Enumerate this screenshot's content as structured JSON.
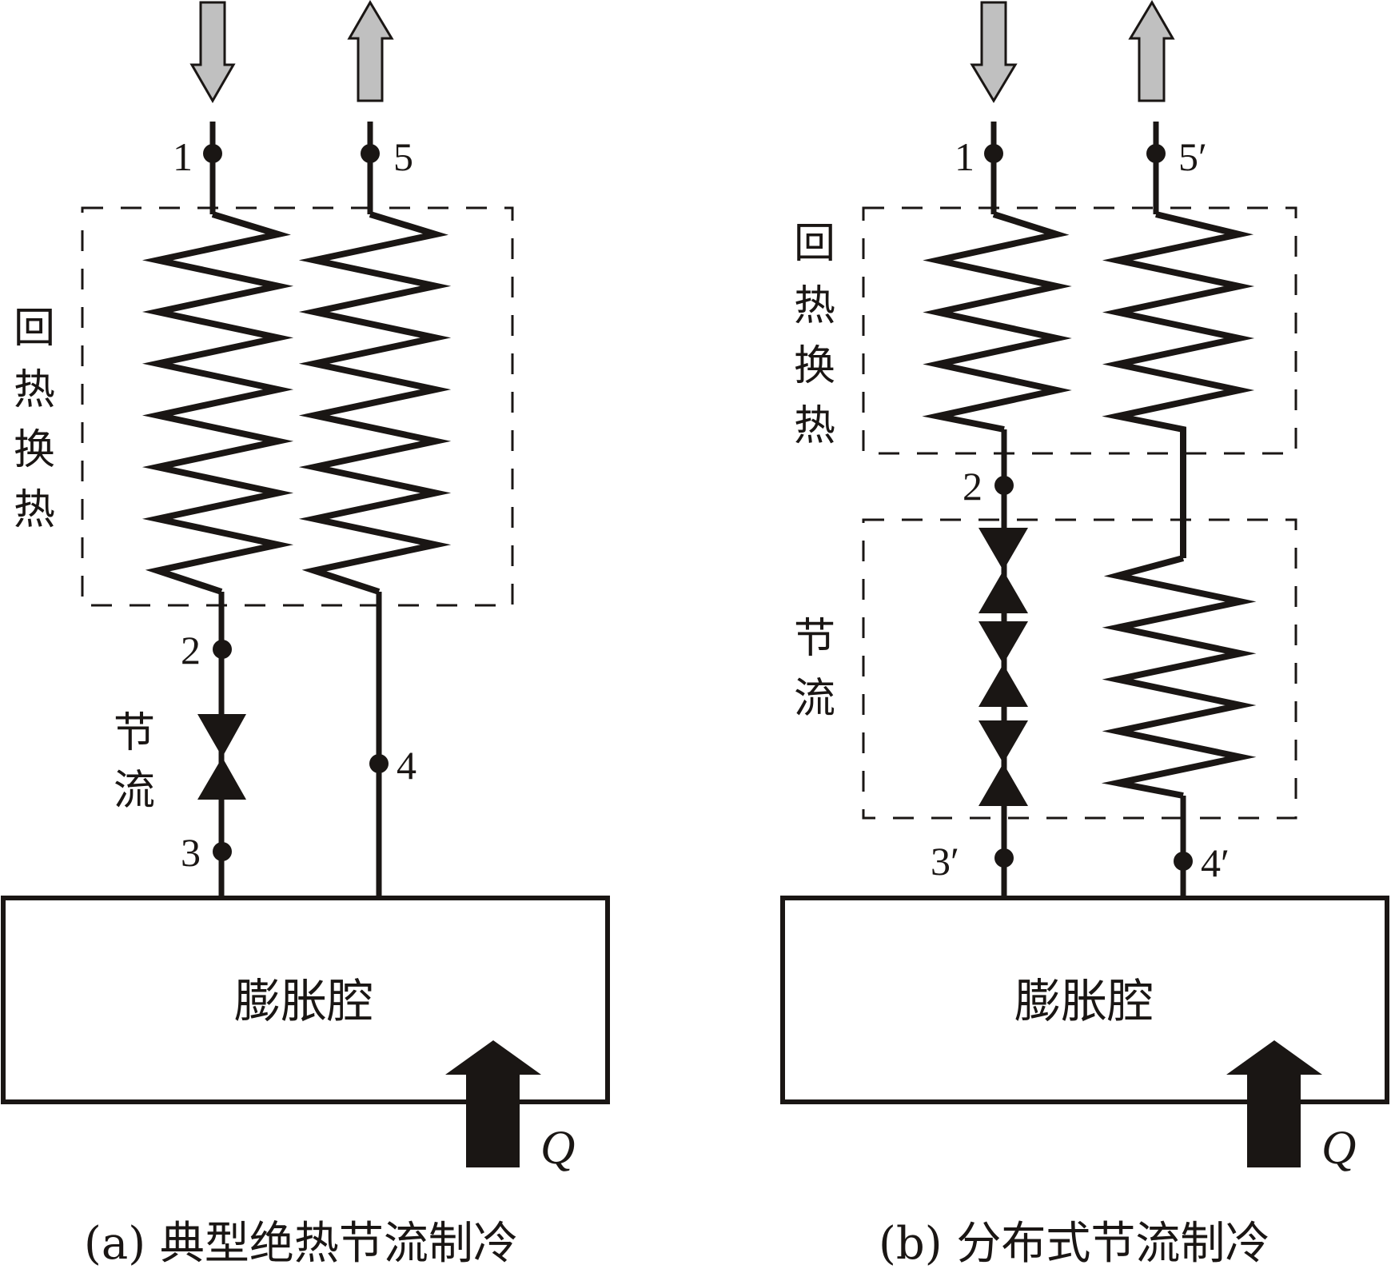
{
  "colors": {
    "line": "#1a1614",
    "flow_arrow_fill": "#c0c0c0",
    "background": "#ffffff"
  },
  "panel_a": {
    "caption": "(a) 典型绝热节流制冷",
    "chamber_label": "膨胀腔",
    "heat_flow_label": "Q",
    "recuperator_label": [
      "回",
      "热",
      "换",
      "热"
    ],
    "throttle_label": [
      "节",
      "流"
    ],
    "points": {
      "p1": "1",
      "p2": "2",
      "p3": "3",
      "p4": "4",
      "p5": "5"
    },
    "inlet_arrow": "down-arrow",
    "outlet_arrow": "up-arrow",
    "throttle_valve_count": 1
  },
  "panel_b": {
    "caption": "(b) 分布式节流制冷",
    "chamber_label": "膨胀腔",
    "heat_flow_label": "Q",
    "recuperator_label": [
      "回",
      "热",
      "换",
      "热"
    ],
    "throttle_label": [
      "节",
      "流"
    ],
    "points": {
      "p1": "1",
      "p2": "2",
      "p3": "3′",
      "p4": "4′",
      "p5": "5′"
    },
    "inlet_arrow": "down-arrow",
    "outlet_arrow": "up-arrow",
    "throttle_valve_count": 3
  }
}
